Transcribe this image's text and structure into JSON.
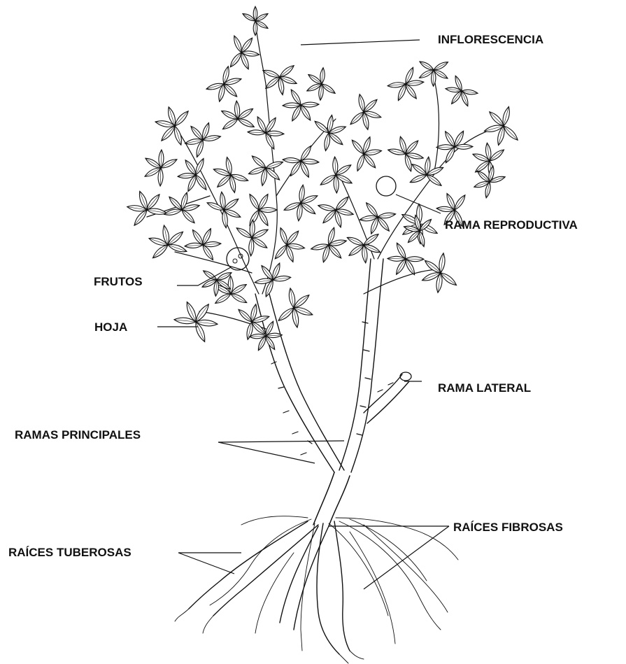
{
  "labels": {
    "inflorescencia": "INFLORESCENCIA",
    "rama_reproductiva": "RAMA REPRODUCTIVA",
    "frutos": "FRUTOS",
    "hoja": "HOJA",
    "rama_lateral": "RAMA LATERAL",
    "ramas_principales": "RAMAS PRINCIPALES",
    "raices_fibrosas": "RAÍCES FIBROSAS",
    "raices_tuberosas": "RAÍCES TUBEROSAS"
  },
  "colors": {
    "ink": "#111111",
    "background": "#ffffff"
  }
}
